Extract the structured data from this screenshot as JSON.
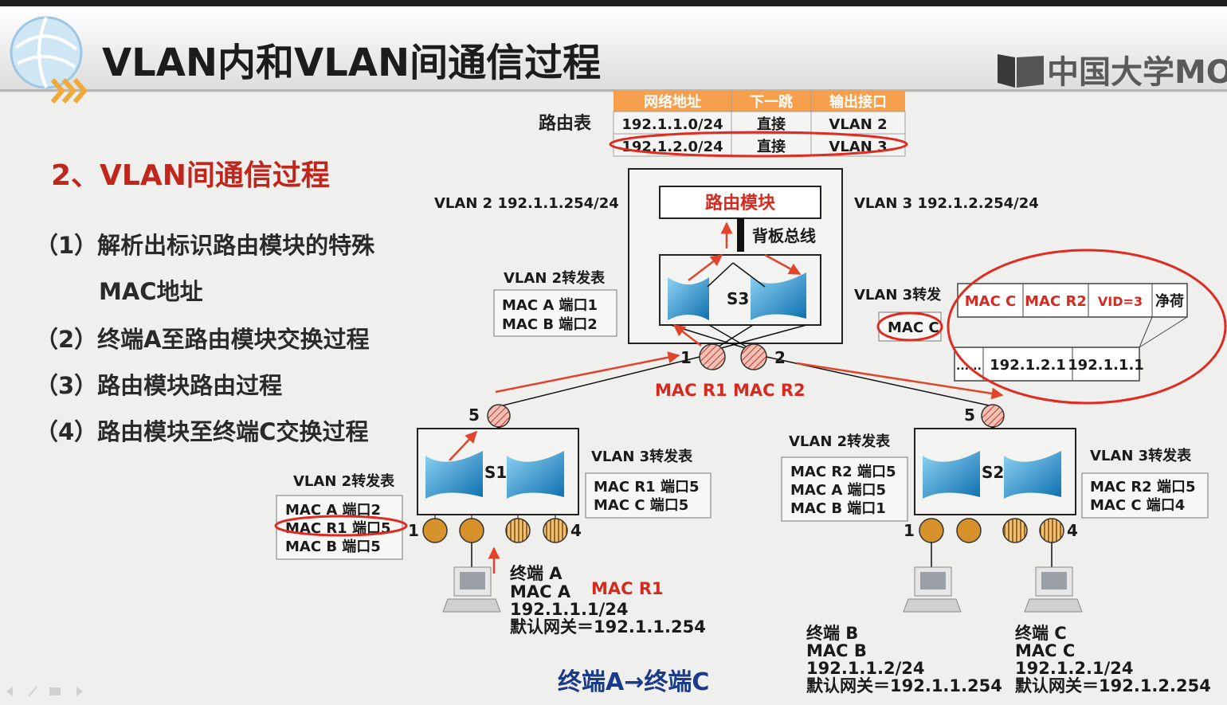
{
  "slide": {
    "title": "VLAN内和VLAN间通信过程",
    "brand": "中国大学MOOC",
    "section": "2、VLAN间通信过程",
    "steps": [
      "（1）解析出标识路由模块的特殊",
      "MAC地址",
      "（2）终端A至路由模块交换过程",
      "（3）路由模块路由过程",
      "（4）路由模块至终端C交换过程"
    ],
    "caption": "终端A→终端C"
  },
  "routing_table": {
    "label": "路由表",
    "headers": [
      "网络地址",
      "下一跳",
      "输出接口"
    ],
    "rows": [
      [
        "192.1.1.0/24",
        "直接",
        "VLAN 2"
      ],
      [
        "192.1.2.0/24",
        "直接",
        "VLAN 3"
      ]
    ]
  },
  "router": {
    "module": "路由模块",
    "bus": "背板总线",
    "vlan2_if": "VLAN 2  192.1.1.254/24",
    "vlan3_if": "VLAN 3  192.1.2.254/24",
    "macs": "MAC R1  MAC R2"
  },
  "switches": {
    "s1": "S1",
    "s2": "S2",
    "s3": "S3"
  },
  "ports": {
    "p1": "1",
    "p2": "2",
    "p4": "4",
    "p5": "5"
  },
  "tables": {
    "s3_vlan2": {
      "title": "VLAN 2转发表",
      "rows": [
        "MAC A  端口1",
        "MAC B  端口2"
      ]
    },
    "s3_vlan3": {
      "title": "VLAN 3转发",
      "rows": [
        "MAC C"
      ]
    },
    "s1_vlan2": {
      "title": "VLAN 2转发表",
      "rows": [
        "MAC A  端口2",
        "MAC R1 端口5",
        "MAC B  端口5"
      ]
    },
    "s1_vlan3": {
      "title": "VLAN 3转发表",
      "rows": [
        "MAC R1 端口5",
        "MAC C  端口5"
      ]
    },
    "s2_vlan2": {
      "title": "VLAN 2转发表",
      "rows": [
        "MAC R2 端口5",
        "MAC A  端口5",
        "MAC B  端口1"
      ]
    },
    "s2_vlan3": {
      "title": "VLAN 3转发表",
      "rows": [
        "MAC R2 端口5",
        "MAC C  端口4"
      ]
    }
  },
  "frame": {
    "fields": [
      "MAC C",
      "MAC R2",
      "VID=3",
      "净荷"
    ],
    "sub": [
      "......",
      "192.1.2.1",
      "192.1.1.1"
    ]
  },
  "terminals": {
    "a": {
      "name": "终端 A",
      "mac": "MAC A",
      "ip": "192.1.1.1/24",
      "gw": "默认网关＝192.1.1.254",
      "dst_mac": "MAC R1"
    },
    "b": {
      "name": "终端 B",
      "mac": "MAC B",
      "ip": "192.1.1.2/24",
      "gw": "默认网关＝192.1.1.254"
    },
    "c": {
      "name": "终端 C",
      "mac": "MAC C",
      "ip": "192.1.2.1/24",
      "gw": "默认网关＝192.1.2.254"
    }
  },
  "colors": {
    "red": "#d42a1f",
    "switch_blue": "#1a8cc8",
    "table_header": "#f6a04d",
    "navy": "#1a3a8a"
  }
}
